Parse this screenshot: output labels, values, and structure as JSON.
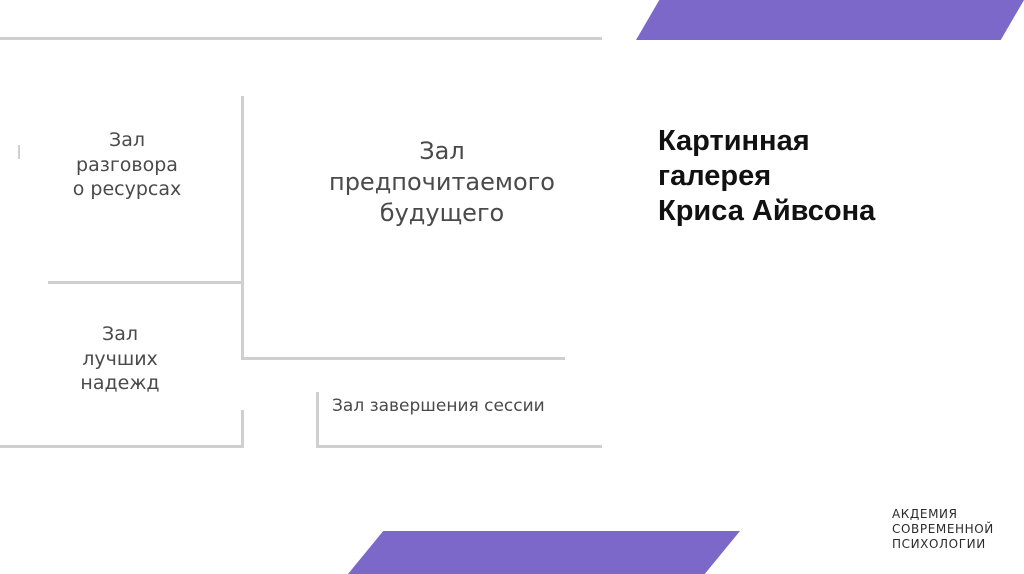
{
  "slide": {
    "title": "Картинная\nгалерея\nКриса Айвсона",
    "logo_text": "АКДЕМИЯ\nСОВРЕМЕННОЙ\nПСИХОЛОГИИ",
    "accent_color": "#7b68c8"
  },
  "plan": {
    "hall_resources": "Зал\nразговора\nо ресурсах",
    "hall_future": "Зал\nпредпочитаемого\nбудущего",
    "hall_hopes": "Зал\nлучших\nнадежд",
    "hall_ending": "Зал завершения сессии"
  }
}
